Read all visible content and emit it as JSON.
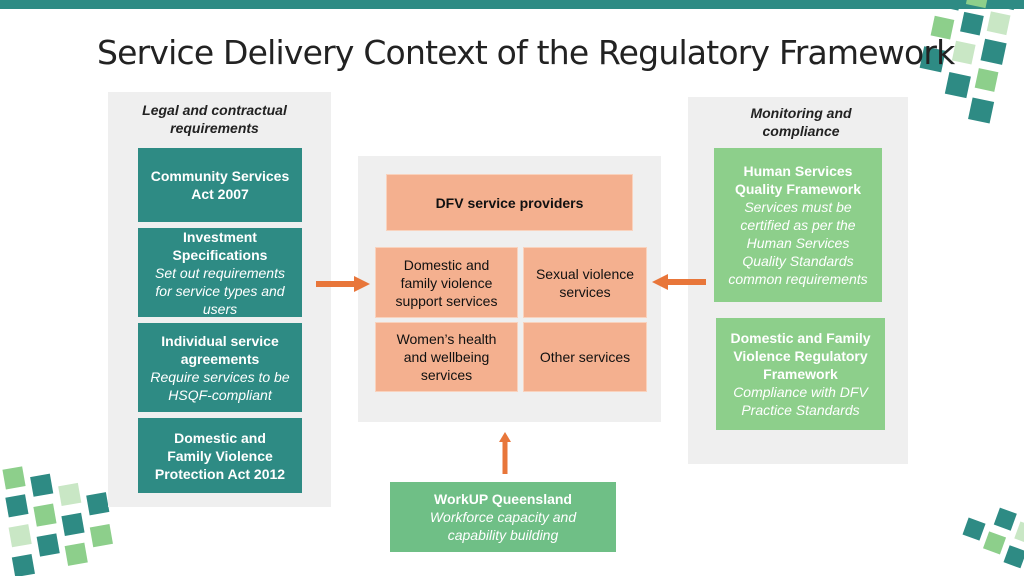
{
  "title": "Service Delivery Context of the Regulatory Framework",
  "colors": {
    "teal": "#2e8b84",
    "light_green": "#8dcf8b",
    "orange": "#f4b08f",
    "arrow": "#e8763a",
    "panel": "#efefef"
  },
  "left_panel": {
    "heading": "Legal and contractual requirements",
    "boxes": [
      {
        "lines": [
          "Community Services",
          "Act 2007"
        ]
      },
      {
        "title_lines": [
          "Investment",
          "Specifications"
        ],
        "desc_lines": [
          "Set out requirements",
          "for service types and",
          "users"
        ]
      },
      {
        "title_lines": [
          "Individual service",
          "agreements"
        ],
        "desc_lines": [
          "Require services to be",
          "HSQF-compliant"
        ]
      },
      {
        "lines": [
          "Domestic and",
          "Family Violence",
          "Protection Act 2012"
        ]
      }
    ]
  },
  "center_panel": {
    "header": "DFV service providers",
    "services": [
      {
        "lines": [
          "Domestic and",
          "family violence",
          "support services"
        ]
      },
      {
        "lines": [
          "Sexual violence",
          "services"
        ]
      },
      {
        "lines": [
          "Women’s health",
          "and wellbeing",
          "services"
        ]
      },
      {
        "lines": [
          "Other services"
        ]
      }
    ]
  },
  "right_panel": {
    "heading": "Monitoring and compliance",
    "boxes": [
      {
        "title_lines": [
          "Human Services",
          "Quality Framework"
        ],
        "desc_lines": [
          "Services must be",
          "certified as per the",
          "Human Services",
          "Quality Standards",
          "common requirements"
        ]
      },
      {
        "title_lines": [
          "Domestic and Family",
          "Violence Regulatory",
          "Framework"
        ],
        "desc_lines": [
          "Compliance with DFV",
          "Practice Standards"
        ]
      }
    ]
  },
  "workup": {
    "title": "WorkUP Queensland",
    "desc_lines": [
      "Workforce capacity and",
      "capability building"
    ]
  }
}
